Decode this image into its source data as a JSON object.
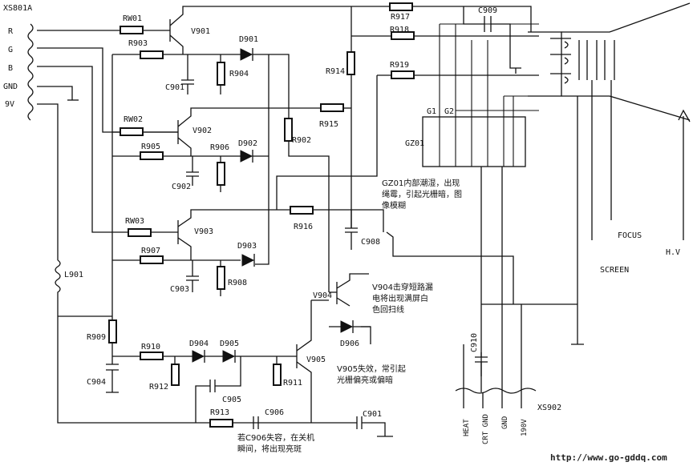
{
  "connector_in": {
    "name": "XS801A",
    "pins": [
      "R",
      "G",
      "B",
      "GND",
      "9V"
    ]
  },
  "components": {
    "R901": "RW01",
    "V901": "V901",
    "R903": "R903",
    "C901": "C901",
    "D901": "D901",
    "R904": "R904",
    "R917": "R917",
    "C909": "C909",
    "R918": "R918",
    "R919": "R919",
    "R914": "R914",
    "R915": "R915",
    "R902_lbl": "RW02",
    "V902": "V902",
    "R905": "R905",
    "R906": "R906",
    "D902": "D902",
    "C902": "C902",
    "R902": "R902",
    "R901b": "RW03",
    "V903": "V903",
    "R916": "R916",
    "C908": "C908",
    "R907": "R907",
    "D903": "D903",
    "C903": "C903",
    "R908": "R908",
    "L901": "L901",
    "V904": "V904",
    "D906": "D906",
    "R909": "R909",
    "R910": "R910",
    "D904": "D904",
    "D905": "D905",
    "V905": "V905",
    "C904": "C904",
    "R912": "R912",
    "R911": "R911",
    "C905": "C905",
    "R913": "R913",
    "C906": "C906",
    "C901b": "C901",
    "GZ01": "GZ01",
    "G1": "G1",
    "G2": "G2",
    "C910": "C910"
  },
  "connector_out": {
    "name": "XS902",
    "pins": [
      "HEAT",
      "CRT GND",
      "GND",
      "190V"
    ]
  },
  "crt_labels": {
    "focus": "FOCUS",
    "screen": "SCREEN",
    "hv": "H.V"
  },
  "notes": {
    "gz01": [
      "GZ01内部潮湿，出现",
      "绳霉，引起光栅暗，图",
      "像模糊"
    ],
    "v904": [
      "V904击穿短路漏",
      "电将出现满屏白",
      "色回扫线"
    ],
    "v905": [
      "V905失效，常引起",
      "光栅偏亮或偏暗"
    ],
    "c906": [
      "若C906失容，在关机",
      "瞬间，将出现亮斑"
    ]
  },
  "watermark": "http://www.go-gddq.com"
}
